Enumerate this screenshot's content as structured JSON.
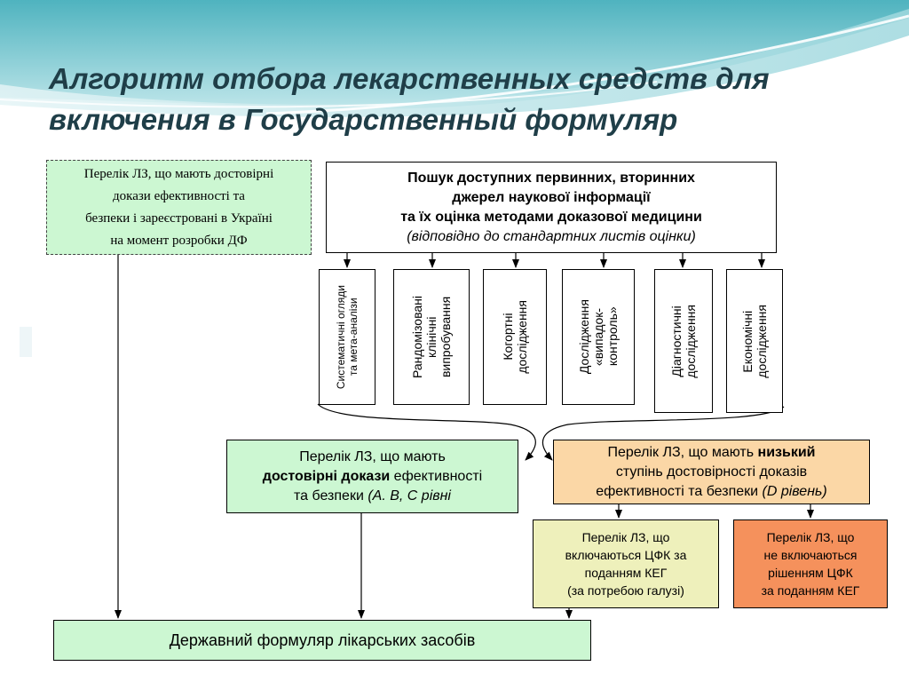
{
  "title": {
    "line1": "Алгоритм отбора лекарственных средств для",
    "line2": "включения в Государственный формуляр"
  },
  "boxes": {
    "left": {
      "lines": [
        "Перелік ЛЗ, що мають достовірні",
        "докази ефективності та",
        "безпеки і зареєстровані в Україні",
        "на момент розробки ДФ"
      ]
    },
    "search": {
      "line1": "Пошук доступних первинних, вторинних",
      "line2": "джерел наукової інформації",
      "line3": "та їх оцінка методами доказової медицини",
      "line4": "(відповідно до стандартних листів оцінки)"
    },
    "studies": [
      {
        "lines": [
          "Систематичні огляди",
          "та мета-аналізи"
        ]
      },
      {
        "lines": [
          "Рандомізовані",
          "клінічні",
          "випробування"
        ]
      },
      {
        "lines": [
          "Когортні",
          "дослідження"
        ]
      },
      {
        "lines": [
          "Дослідження",
          "«випадок-",
          "контроль»"
        ]
      },
      {
        "lines": [
          "Діагностичні",
          "дослідження"
        ]
      },
      {
        "lines": [
          "Економічні",
          "дослідження"
        ]
      }
    ],
    "valid": {
      "l1": "Перелік ЛЗ, що мають",
      "l2_bold": "достовірні докази",
      "l2_rest": " ефективності",
      "l3_plain": "та безпеки ",
      "l3_italic": "(А. В, С рівні"
    },
    "low": {
      "l1_plain": "Перелік ЛЗ, що мають ",
      "l1_bold": "низький",
      "l2": "ступінь достовірності доказів",
      "l3_plain": "ефективності та безпеки ",
      "l3_italic": "(D рівень)"
    },
    "included": {
      "lines": [
        "Перелік ЛЗ, що",
        "включаються ЦФК за",
        "поданням КЕГ",
        "(за потребою галузі)"
      ]
    },
    "excluded": {
      "lines": [
        "Перелік ЛЗ, що",
        "не включаються",
        "рішенням ЦФК",
        "за поданням КЕГ"
      ]
    },
    "formulary": {
      "label": "Державний формуляр лікарських засобів"
    }
  }
}
